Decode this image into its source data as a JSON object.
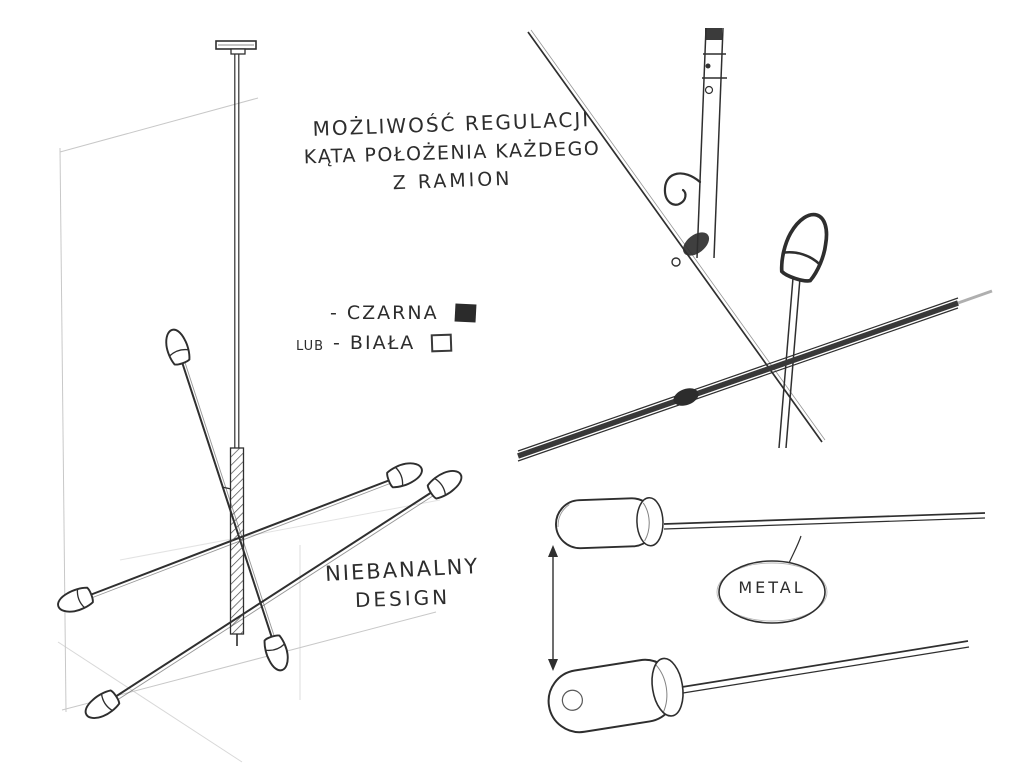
{
  "sketch": {
    "subject": "ceiling-lamp-with-adjustable-arms",
    "note_adjustability": {
      "line1": "MOŻLIWOŚĆ REGULACJI",
      "line2": "KĄTA POŁOŻENIA KAŻDEGO",
      "line3": "Z RAMION"
    },
    "color_options": {
      "black_label": "- CZARNA",
      "or_label": "LUB",
      "white_label": "- BIAŁA",
      "black_hex": "#2b2b2b",
      "white_hex": "#ffffff"
    },
    "note_design": {
      "line1": "NIEBANALNY",
      "line2": "DESIGN"
    },
    "material_label": "METAL",
    "ink_color": "#2f2f2f",
    "construction_line_color": "#c4c4c4"
  }
}
